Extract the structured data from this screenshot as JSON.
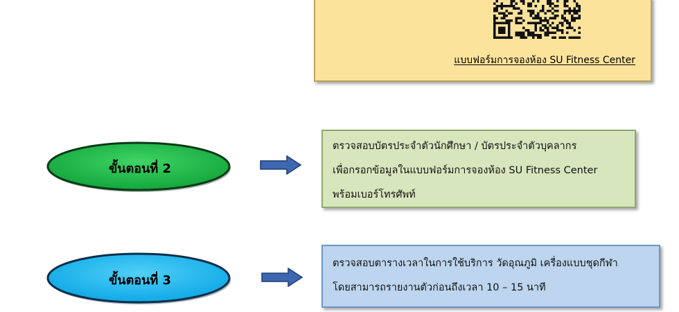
{
  "header_box": {
    "form_link": "แบบฟอร์มการจองห้อง SU Fitness Center"
  },
  "steps": [
    {
      "label": "ขั้นตอนที่ 2",
      "color": "#1eb84a",
      "lines": [
        "ตรวจสอบบัตรประจำตัวนักศึกษา / บัตรประจำตัวบุคลากร",
        "เพื่อกรอกข้อมูลในแบบฟอร์มการจองห้อง SU Fitness Center",
        "พร้อมเบอร์โทรศัพท์"
      ]
    },
    {
      "label": "ขั้นตอนที่ 3",
      "color": "#18b8ee",
      "lines": [
        "ตรวจสอบตารางเวลาในการใช้บริการ วัดอุณภูมิ เครื่องแบบชุดกีฬา",
        "โดยสามารถรายงานตัวก่อนถึงเวลา 10 – 15 นาที"
      ]
    }
  ],
  "icons": {
    "qr": "qr-code-icon",
    "arrow": "right-arrow-icon"
  },
  "colors": {
    "yellow_box": "#fce39c",
    "green_box": "#d7e6bd",
    "blue_box": "#bdd5ee",
    "arrow": "#3d67b1"
  }
}
